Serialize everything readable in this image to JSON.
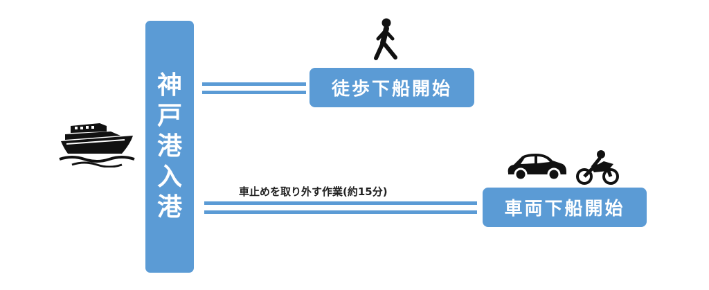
{
  "port": {
    "chars": [
      "神",
      "戸",
      "港",
      "入",
      "港"
    ]
  },
  "walk_box": {
    "label": "徒歩下船開始"
  },
  "vehicle_box": {
    "label": "車両下船開始"
  },
  "vehicle_note": {
    "text": "車止めを取り外す作業(約15分)"
  },
  "colors": {
    "accent": "#5b9bd5",
    "icon": "#111111"
  },
  "icons": {
    "ship": "ship-icon",
    "walker": "walking-person-icon",
    "car": "car-icon",
    "motorcycle": "motorcycle-icon"
  }
}
